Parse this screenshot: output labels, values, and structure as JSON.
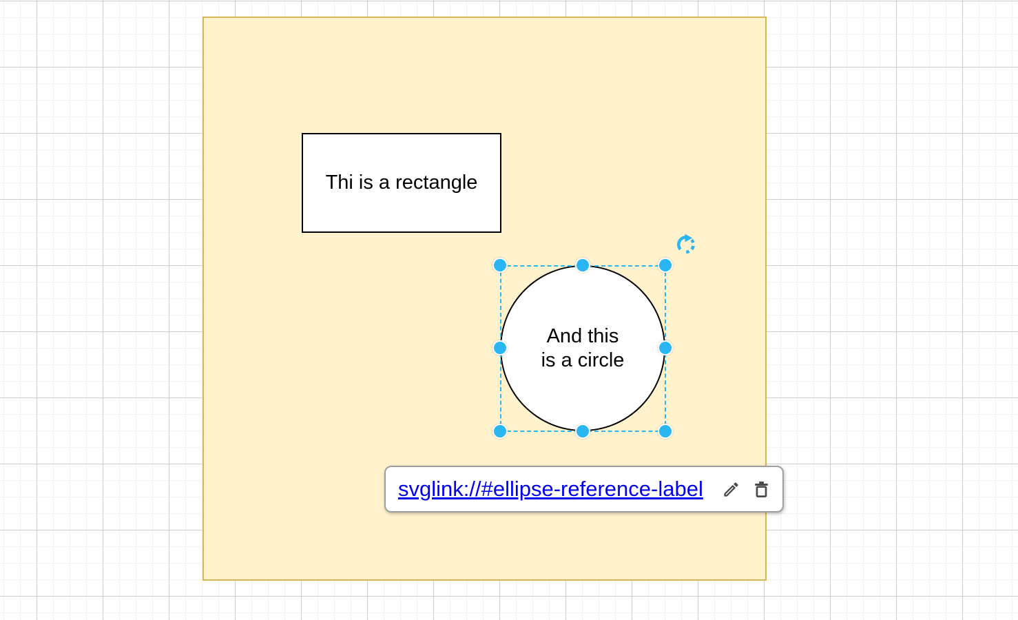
{
  "editor": {
    "page": {
      "fill": "#FFF2CC",
      "border_color": "#D6B656"
    },
    "grid": {
      "background": "#FFFFFF",
      "minor_line_color": "#F2F2F2",
      "major_line_color": "#CDCDCD"
    }
  },
  "shapes": {
    "rectangle": {
      "label": "Thi is a rectangle",
      "fill": "#FFFFFF",
      "stroke": "#000000"
    },
    "ellipse": {
      "label": "And this is a circle",
      "lines": [
        "And this",
        "is a circle"
      ],
      "fill": "#FFFFFF",
      "stroke": "#000000"
    }
  },
  "selection": {
    "accent_color": "#29B6F2",
    "handles": [
      "nw",
      "n",
      "ne",
      "w",
      "e",
      "sw",
      "s",
      "se"
    ],
    "rotate_icon": "rotate-clockwise-icon"
  },
  "link_popup": {
    "link_text": "svglink://#ellipse-reference-label",
    "link_color": "#0000EE",
    "edit_action": {
      "label": "edit",
      "icon": "pencil-icon"
    },
    "delete_action": {
      "label": "delete",
      "icon": "trash-icon"
    }
  }
}
